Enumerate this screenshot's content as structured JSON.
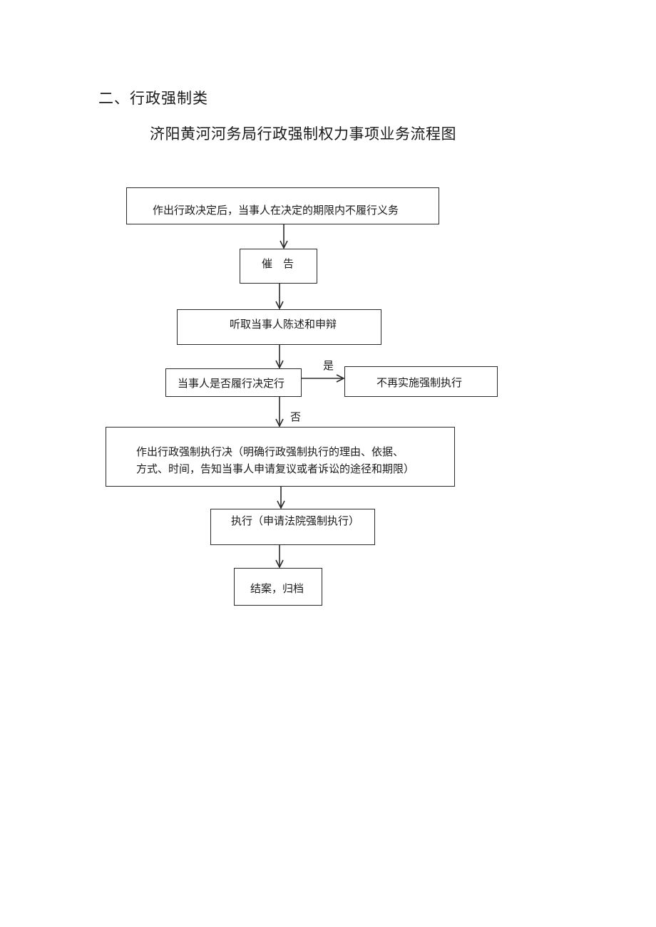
{
  "section_heading": "二、行政强制类",
  "diagram_title": "济阳黄河河务局行政强制权力事项业务流程图",
  "nodes": {
    "start": "作出行政决定后，当事人在决定的期限内不履行义务",
    "urge": "催告",
    "hearing": "听取当事人陈述和申辩",
    "decision": "当事人是否履行决定行",
    "no_enforce": "不再实施强制执行",
    "enforce_decision_line1": "作出行政强制执行决（明确行政强制执行的理由、依据、",
    "enforce_decision_line2": "方式、时间，告知当事人申请复议或者诉讼的途径和期限）",
    "execute": "执行（申请法院强制执行）",
    "close": "结案，归档"
  },
  "edge_labels": {
    "yes": "是",
    "no": "否"
  }
}
